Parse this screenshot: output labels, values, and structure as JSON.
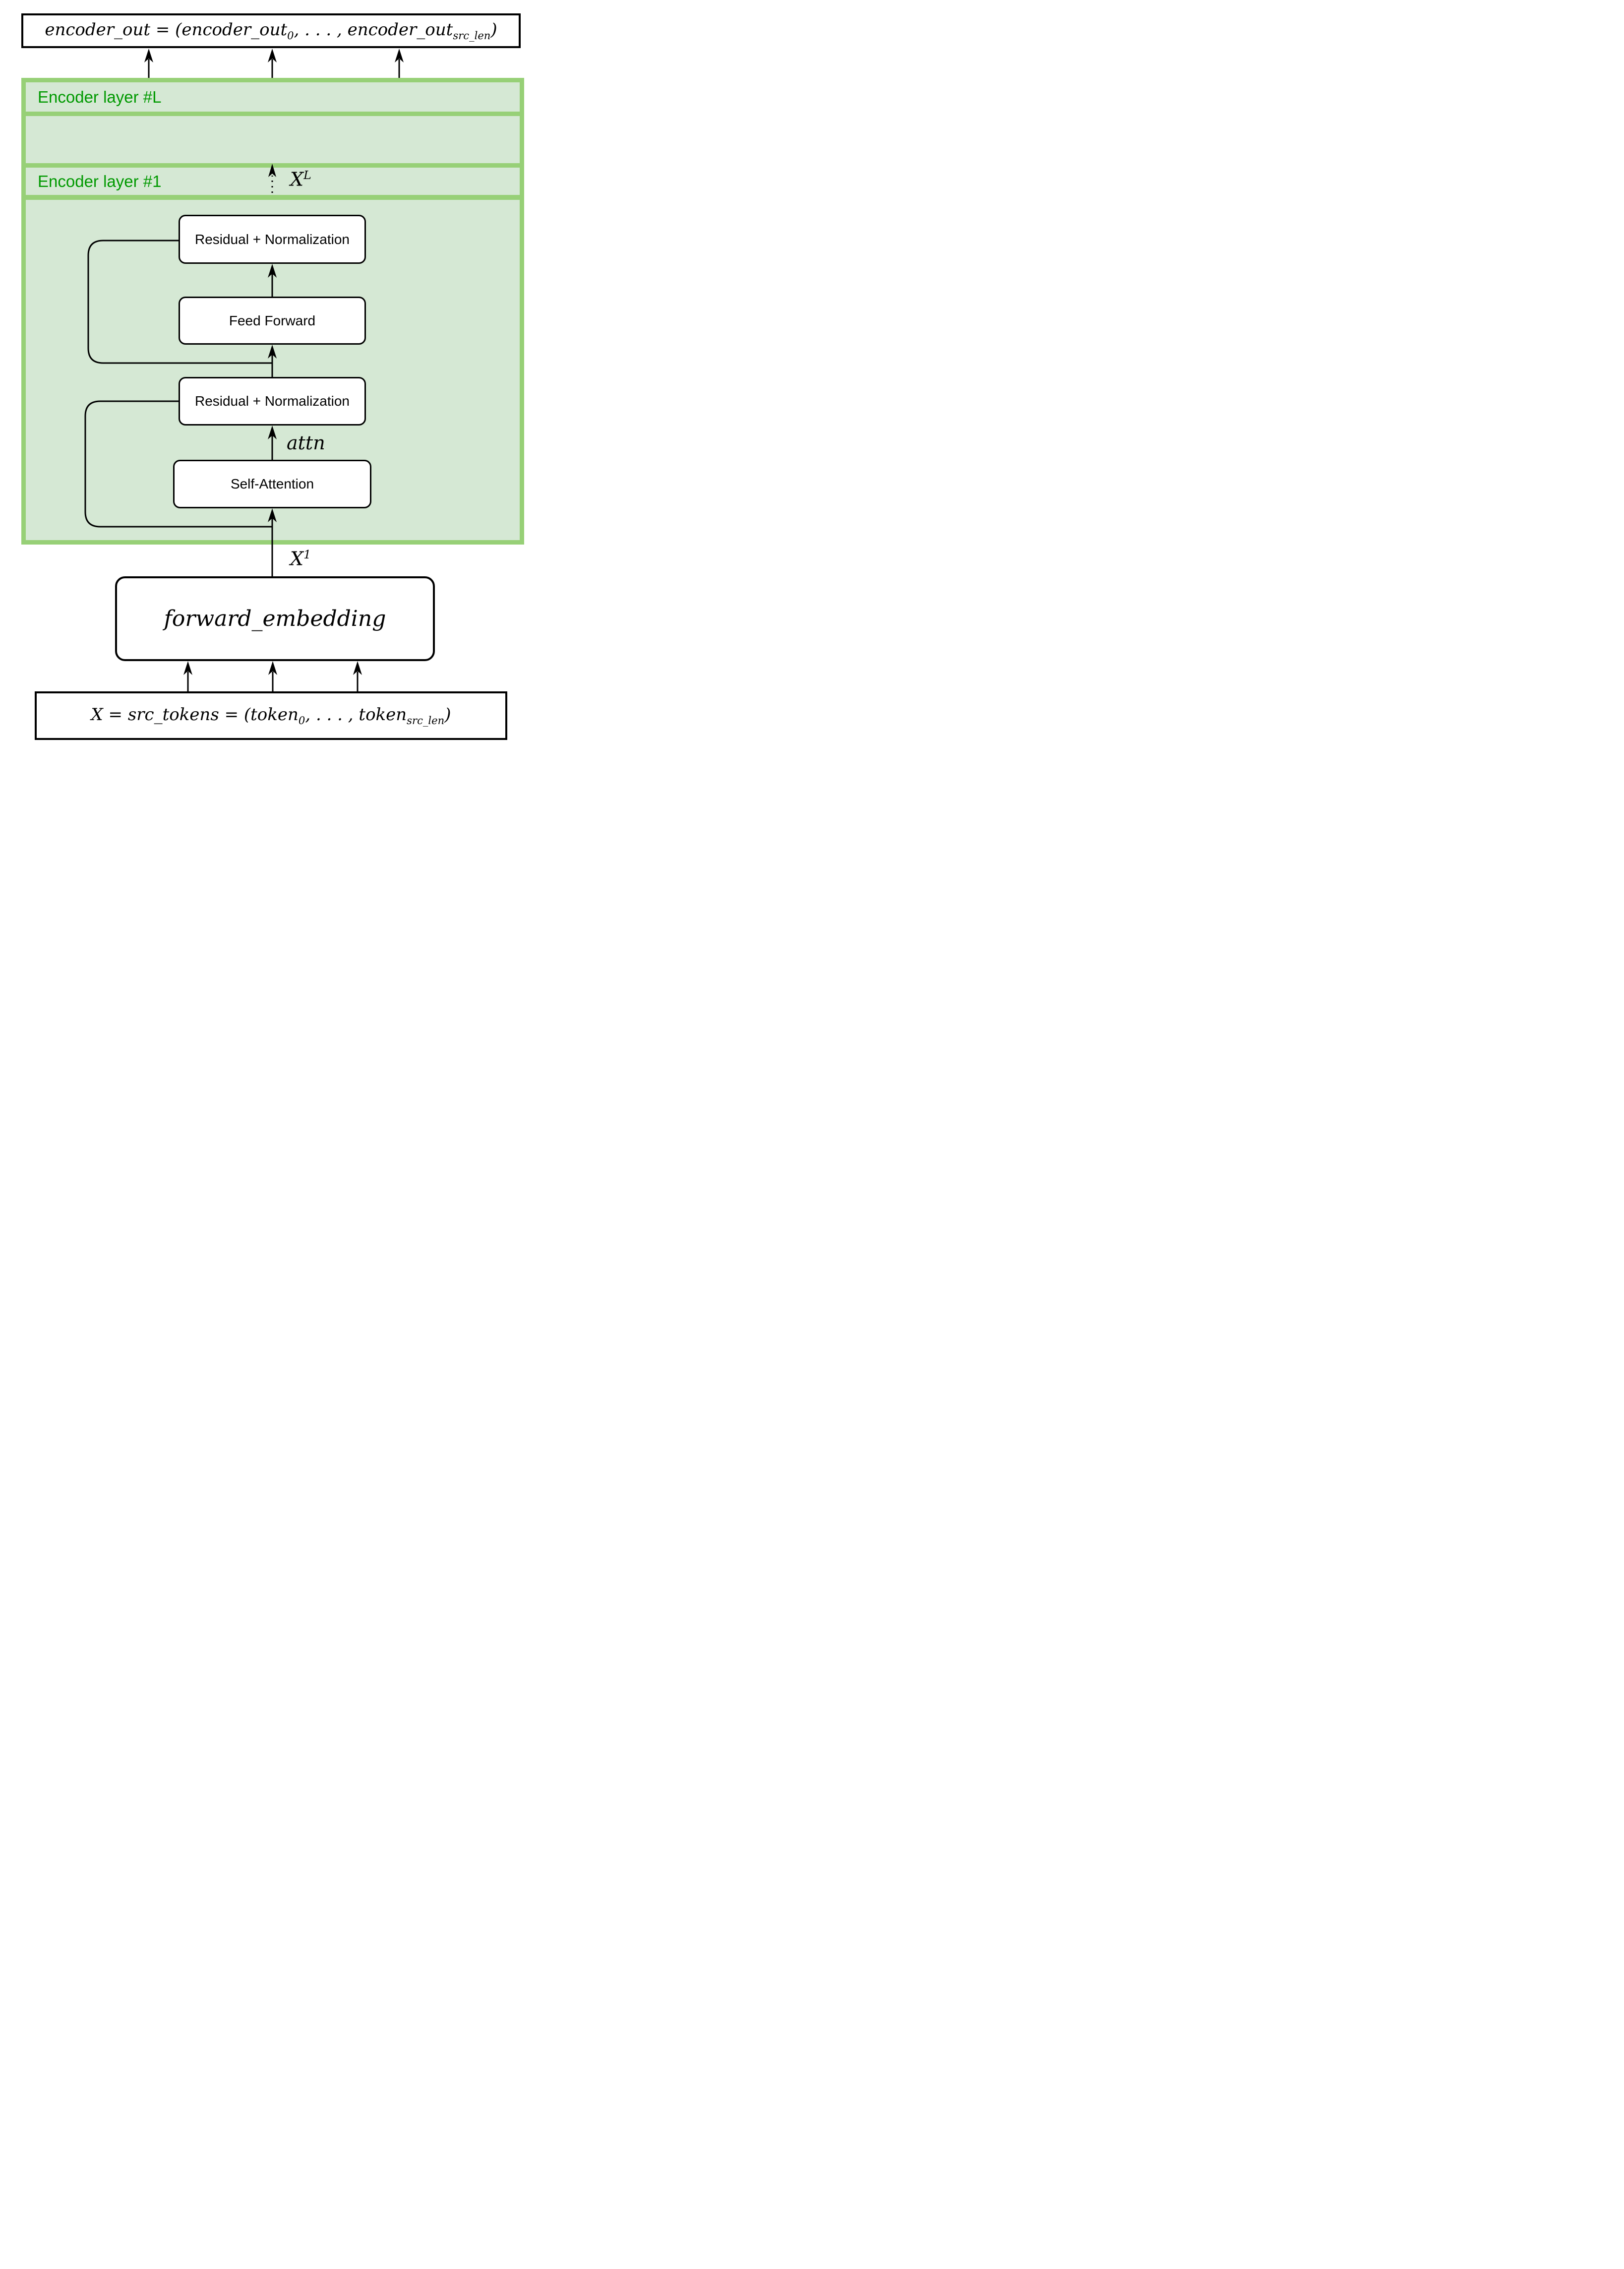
{
  "output_box": {
    "formula": {
      "pre": "encoder_out = (encoder_out",
      "sub1": "0",
      "mid": ", . . . , encoder_out",
      "sub2": "src_len",
      "post": ")"
    }
  },
  "encoder_stack": {
    "layer_top_label": "Encoder layer #L",
    "layer_bottom_label": "Encoder layer #1",
    "xl_label": {
      "base": "X",
      "sup": "L"
    },
    "blocks": {
      "residual_norm_top": "Residual + Normalization",
      "feed_forward": "Feed Forward",
      "residual_norm_bottom": "Residual + Normalization",
      "self_attention": "Self-Attention"
    },
    "attn_label": "attn"
  },
  "x1_label": {
    "base": "X",
    "sup": "1"
  },
  "forward_embedding_label": "forward_embedding",
  "src_tokens_box": {
    "formula": {
      "pre": "X = src_tokens = (token",
      "sub1": "0",
      "mid": ", . . . , token",
      "sub2": "src_len",
      "post": ")"
    }
  },
  "colors": {
    "container_green": "#97d077",
    "layer_fill_green": "#d5e8d4",
    "layer_label_green": "#009900",
    "line_black": "#000000",
    "block_white": "#ffffff"
  }
}
